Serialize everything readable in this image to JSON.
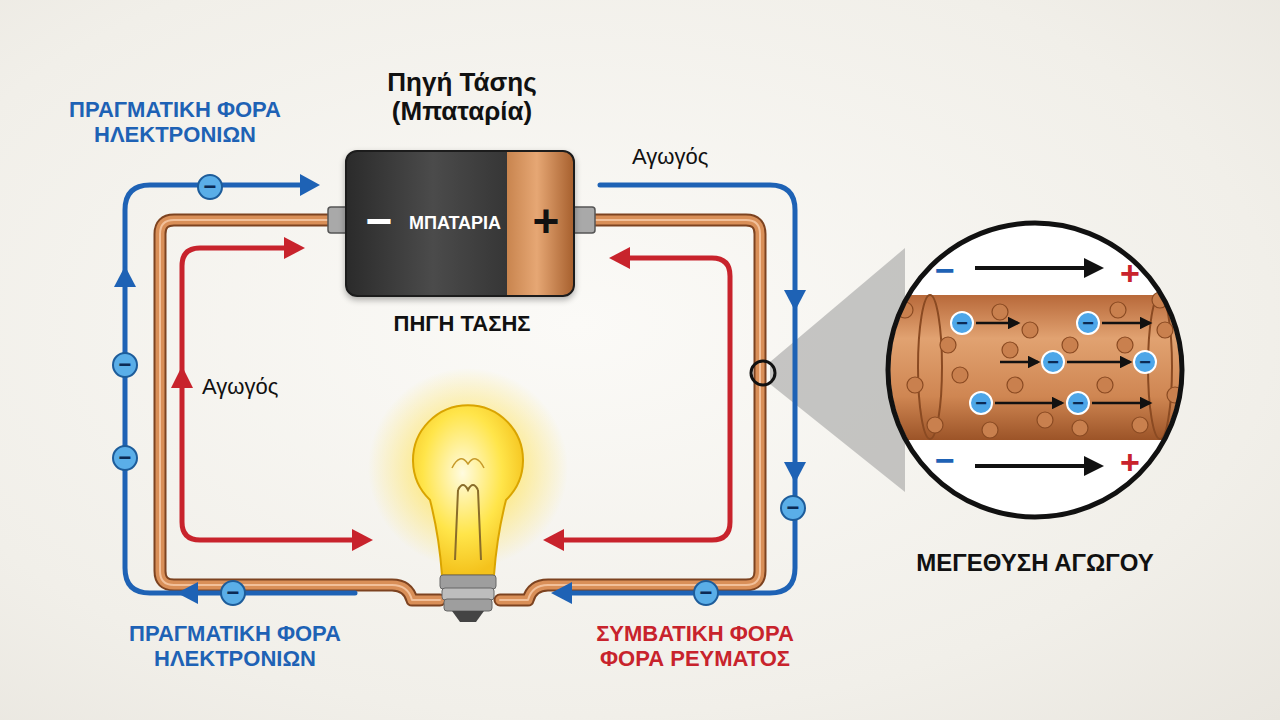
{
  "diagram": {
    "nodes": [
      {
        "text": [
          "Πηγή Τάσης (Μπαταρία)",
          "−",
          "ΜΠΑΤΑΡΙΑ",
          "+",
          "ΠΗΓΗ ΤΑΣΗΣ"
        ]
      },
      {
        "text": [
          "−",
          "+",
          "−",
          "+",
          "ΜΕΓΕΘΥΣΗ ΑΓΩΓΟΥ"
        ]
      }
    ],
    "labels": [
      "ΠΡΑΓΜΑΤΙΚΗ ΦΟΡΑ ΗΛΕΚΤΡΟΝΙΩΝ",
      "Αγωγός",
      "Αγωγός",
      "ΠΡΑΓΜΑΤΙΚΗ ΦΟΡΑ ΗΛΕΚΤΡΟΝΙΩΝ",
      "ΣΥΜΒΑΤΙΚΗ ΦΟΡΑ ΦΟΡΑ ΡΕΥΜΑΤΟΣ",
      "−",
      "−",
      "−",
      "−",
      "−",
      "−",
      "−",
      "−",
      "−",
      "−",
      "−",
      "−"
    ]
  }
}
